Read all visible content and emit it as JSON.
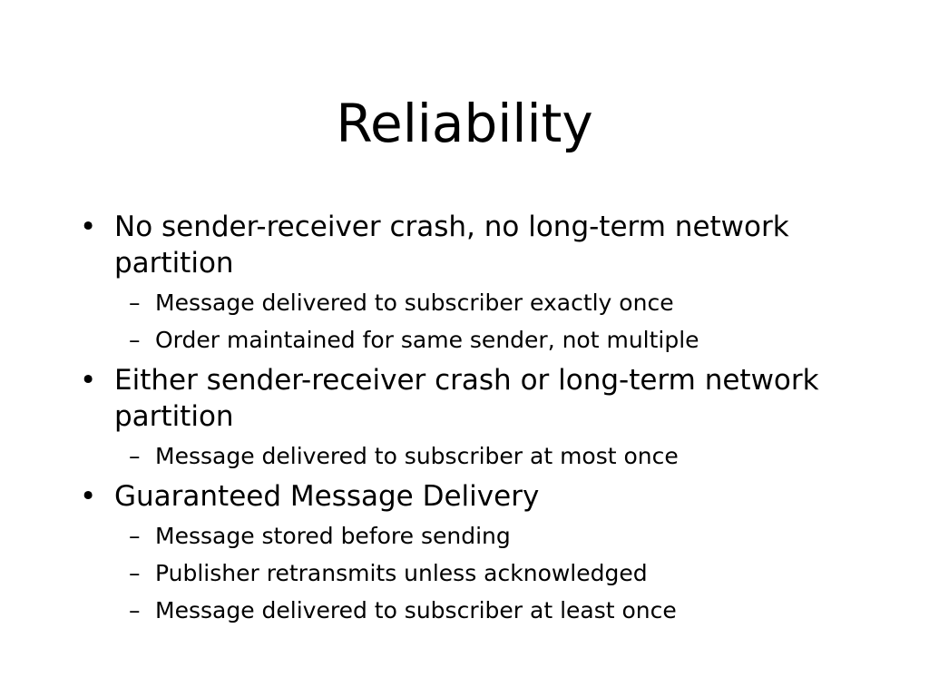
{
  "slide": {
    "title": "Reliability",
    "bullet_marker": "•",
    "sub_marker": "–",
    "bullets": [
      {
        "text": "No sender-receiver crash, no long-term network partition",
        "subs": [
          "Message delivered to subscriber exactly once",
          "Order maintained for same sender, not multiple"
        ]
      },
      {
        "text": "Either sender-receiver crash or long-term network partition",
        "subs": [
          "Message delivered to subscriber at most once"
        ]
      },
      {
        "text": "Guaranteed Message Delivery",
        "subs": [
          "Message stored before sending",
          "Publisher retransmits unless acknowledged",
          "Message delivered to subscriber at least once"
        ]
      }
    ]
  }
}
